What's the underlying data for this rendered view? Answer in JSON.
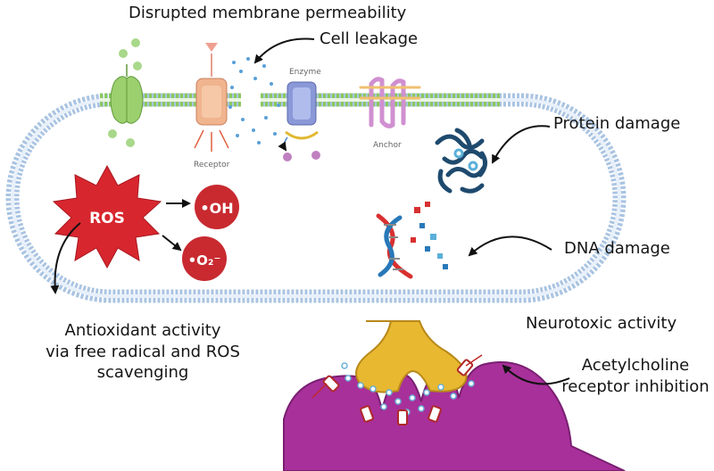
{
  "labels": {
    "title": "Disrupted membrane permeability",
    "cell_leakage": "Cell leakage",
    "protein_damage": "Protein damage",
    "dna_damage": "DNA damage",
    "antioxidant": [
      "Antioxidant activity",
      "via free radical and ROS",
      "scavenging"
    ],
    "neurotoxic": "Neurotoxic activity",
    "acetylcholine": [
      "Acetylcholine",
      "receptor inhibition"
    ],
    "enzyme": "Enzyme",
    "receptor": "Receptor",
    "anchor": "Anchor"
  },
  "species": {
    "ros": "ROS",
    "hydroxyl": "•OH",
    "superoxide": "•O₂⁻"
  },
  "colors": {
    "membrane_blue": "#9ab8d8",
    "membrane_green": "#8ac860",
    "ros_red": "#d8262e",
    "radical_red": "#c82a30",
    "neuron_yellow": "#e8b830",
    "postsynaptic_purple": "#a8309a",
    "protein_navy": "#1e4a6e",
    "dna_red": "#d83030",
    "dna_blue": "#2878b8"
  }
}
